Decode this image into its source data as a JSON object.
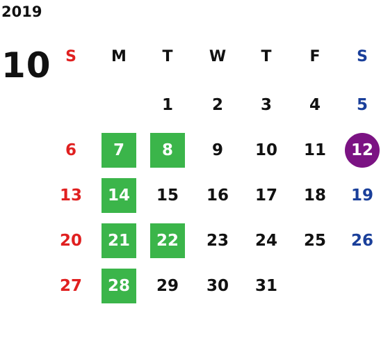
{
  "year": "2019",
  "month": "10",
  "weekdays": [
    "S",
    "M",
    "T",
    "W",
    "T",
    "F",
    "S"
  ],
  "weeks": [
    [
      "",
      "",
      "1",
      "2",
      "3",
      "4",
      "5"
    ],
    [
      "6",
      "7",
      "8",
      "9",
      "10",
      "11",
      "12"
    ],
    [
      "13",
      "14",
      "15",
      "16",
      "17",
      "18",
      "19"
    ],
    [
      "20",
      "21",
      "22",
      "23",
      "24",
      "25",
      "26"
    ],
    [
      "27",
      "28",
      "29",
      "30",
      "31",
      "",
      ""
    ]
  ],
  "highlighted_days": [
    "7",
    "8",
    "14",
    "21",
    "22",
    "28"
  ],
  "today": "12",
  "colors": {
    "sunday": "#e02020",
    "saturday": "#1a3f9a",
    "highlight": "#3bb54a",
    "today": "#7b1383"
  }
}
